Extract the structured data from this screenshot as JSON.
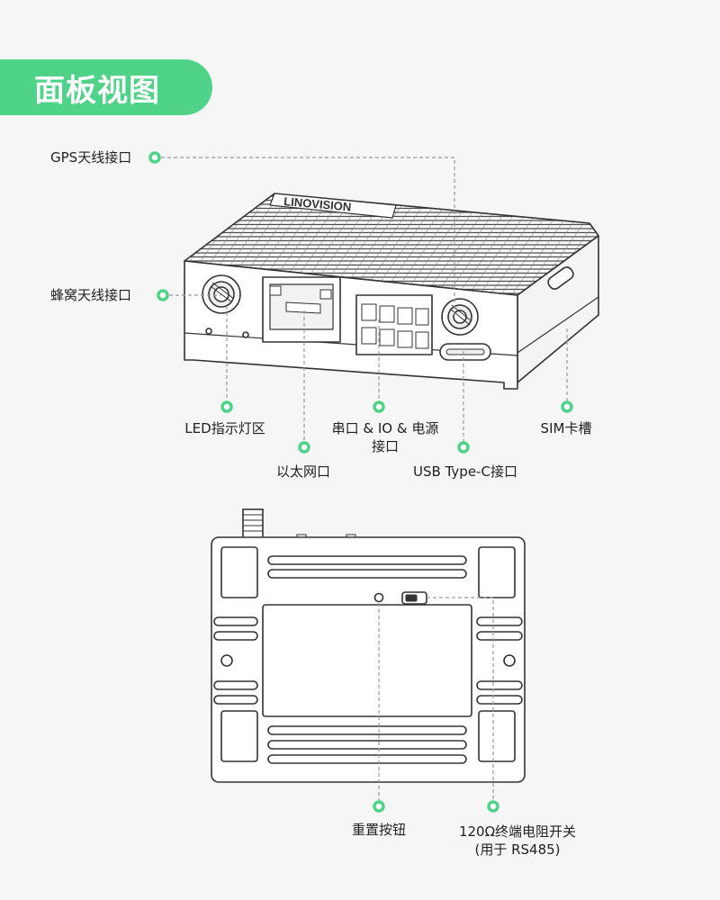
{
  "title": "面板视图",
  "colors": {
    "accent": "#4fd389",
    "line": "#333333",
    "dash": "#9a9a9a",
    "bg": "#f6f6f6"
  },
  "device": {
    "brand": "LINOVISION"
  },
  "front_labels": {
    "gps": "GPS天线接口",
    "cellular": "蜂窝天线接口",
    "led": "LED指示灯区",
    "serial_line1": "串口 & IO & 电源",
    "serial_line2": "接口",
    "sim": "SIM卡槽",
    "ethernet": "以太网口",
    "usb": "USB Type-C接口"
  },
  "bottom_labels": {
    "reset": "重置按钮",
    "termination_line1": "120Ω终端电阻开关",
    "termination_line2": "(用于 RS485)"
  }
}
